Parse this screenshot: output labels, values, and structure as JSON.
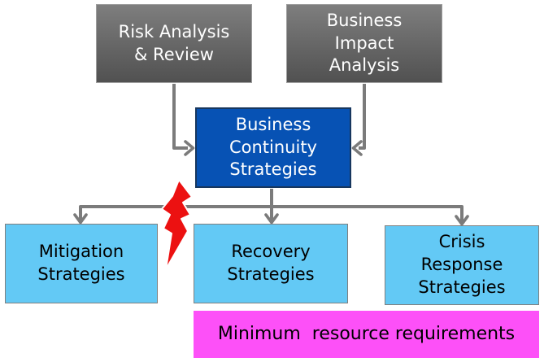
{
  "diagram": {
    "title": "Business Continuity Strategies flow diagram",
    "nodes": {
      "risk_analysis": {
        "label": "Risk Analysis\n& Review"
      },
      "business_impact": {
        "label": "Business\nImpact\nAnalysis"
      },
      "business_continuity": {
        "label": "Business\nContinuity\nStrategies"
      },
      "mitigation": {
        "label": "Mitigation\nStrategies"
      },
      "recovery": {
        "label": "Recovery\nStrategies"
      },
      "crisis_response": {
        "label": "Crisis\nResponse\nStrategies"
      },
      "minimum_resources": {
        "label": "Minimum  resource requirements"
      }
    },
    "connectors": [
      {
        "from": "risk_analysis",
        "to": "business_continuity",
        "style": "elbow-down-right-arrow"
      },
      {
        "from": "business_impact",
        "to": "business_continuity",
        "style": "elbow-down-left-arrow"
      },
      {
        "from": "business_continuity",
        "to": "mitigation",
        "style": "branch-down-arrow"
      },
      {
        "from": "business_continuity",
        "to": "recovery",
        "style": "branch-down-arrow"
      },
      {
        "from": "business_continuity",
        "to": "crisis_response",
        "style": "branch-down-arrow"
      }
    ],
    "decorations": [
      {
        "name": "lightning-bolt",
        "color": "#ec1111",
        "position": "between business_continuity and mitigation branch"
      }
    ]
  },
  "colors": {
    "gray_box_top": "#7e7e7e",
    "gray_box_bottom": "#515151",
    "gray_box_border": "#9e9e9e",
    "blue_box": "#0752b4",
    "blue_box_border": "#17375e",
    "light_blue": "#63c9f5",
    "light_blue_border": "#7f7f7f",
    "magenta": "#fd50f8",
    "connector": "#7b7b7b",
    "bolt": "#ec1111",
    "bolt_outline": "#ffffff",
    "text_light": "#ffffff",
    "text_dark": "#000000"
  }
}
